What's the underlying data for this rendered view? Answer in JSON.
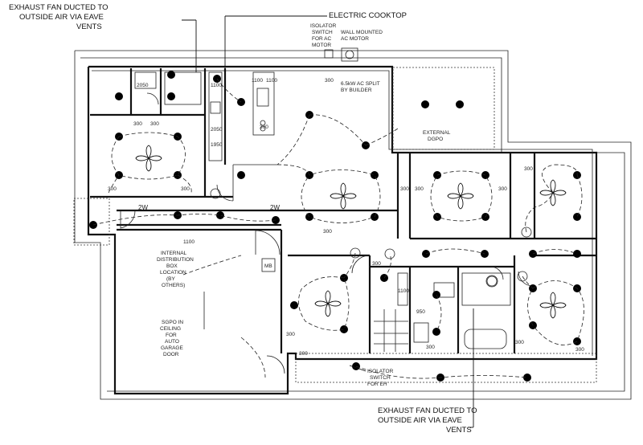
{
  "annotations": {
    "exhaust_top": [
      "EXHAUST FAN DUCTED TO",
      "OUTSIDE AIR VIA EAVE",
      "VENTS"
    ],
    "electric_cooktop": "ELECTRIC COOKTOP",
    "isolator_ac": [
      "ISOLATOR",
      "SWITCH",
      "FOR AC",
      "MOTOR"
    ],
    "wall_ac_motor": [
      "WALL MOUNTED",
      "AC MOTOR"
    ],
    "ac_split": [
      "6.5kW AC SPLIT",
      "BY BUILDER"
    ],
    "external_dgpo": [
      "EXTERNAL",
      "DGPO"
    ],
    "internal_box": [
      "INTERNAL",
      "DISTRIBUTION",
      "BOX",
      "LOCATION",
      "(BY",
      "OTHERS)"
    ],
    "sgpo_garage": [
      "SGPO IN",
      "CEILING",
      "FOR",
      "AUTO",
      "GARAGE",
      "DOOR"
    ],
    "isolator_eh": [
      "ISOLATOR",
      "SWITCH",
      "FOR EH"
    ],
    "exhaust_bottom": [
      "EXHAUST FAN DUCTED TO",
      "OUTSIDE AIR VIA EAVE",
      "VENTS"
    ],
    "mb_label": "MB"
  },
  "dimensions": {
    "d2050_a": "2050",
    "d1100_a": "1100",
    "d300_a": "300",
    "d300_b": "300",
    "d2050_b": "2050",
    "d1950": "1950",
    "d1100_b": "1100",
    "d1100_c": "1100",
    "d300_c": "300",
    "d300_d": "300",
    "d300_e": "300",
    "d300_f": "300",
    "d2w_a": "2W",
    "d2w_b": "2W",
    "d1100_d": "1100",
    "d300_g": "300",
    "d300_h": "300",
    "d300_i": "300",
    "d300_j": "300",
    "d300_k": "300",
    "d1100_e": "1100",
    "d950": "950",
    "d300_l": "300",
    "d300_m": "300",
    "d300_n": "300",
    "d300_o": "300",
    "d300_p": "300",
    "d300_q": "300"
  }
}
